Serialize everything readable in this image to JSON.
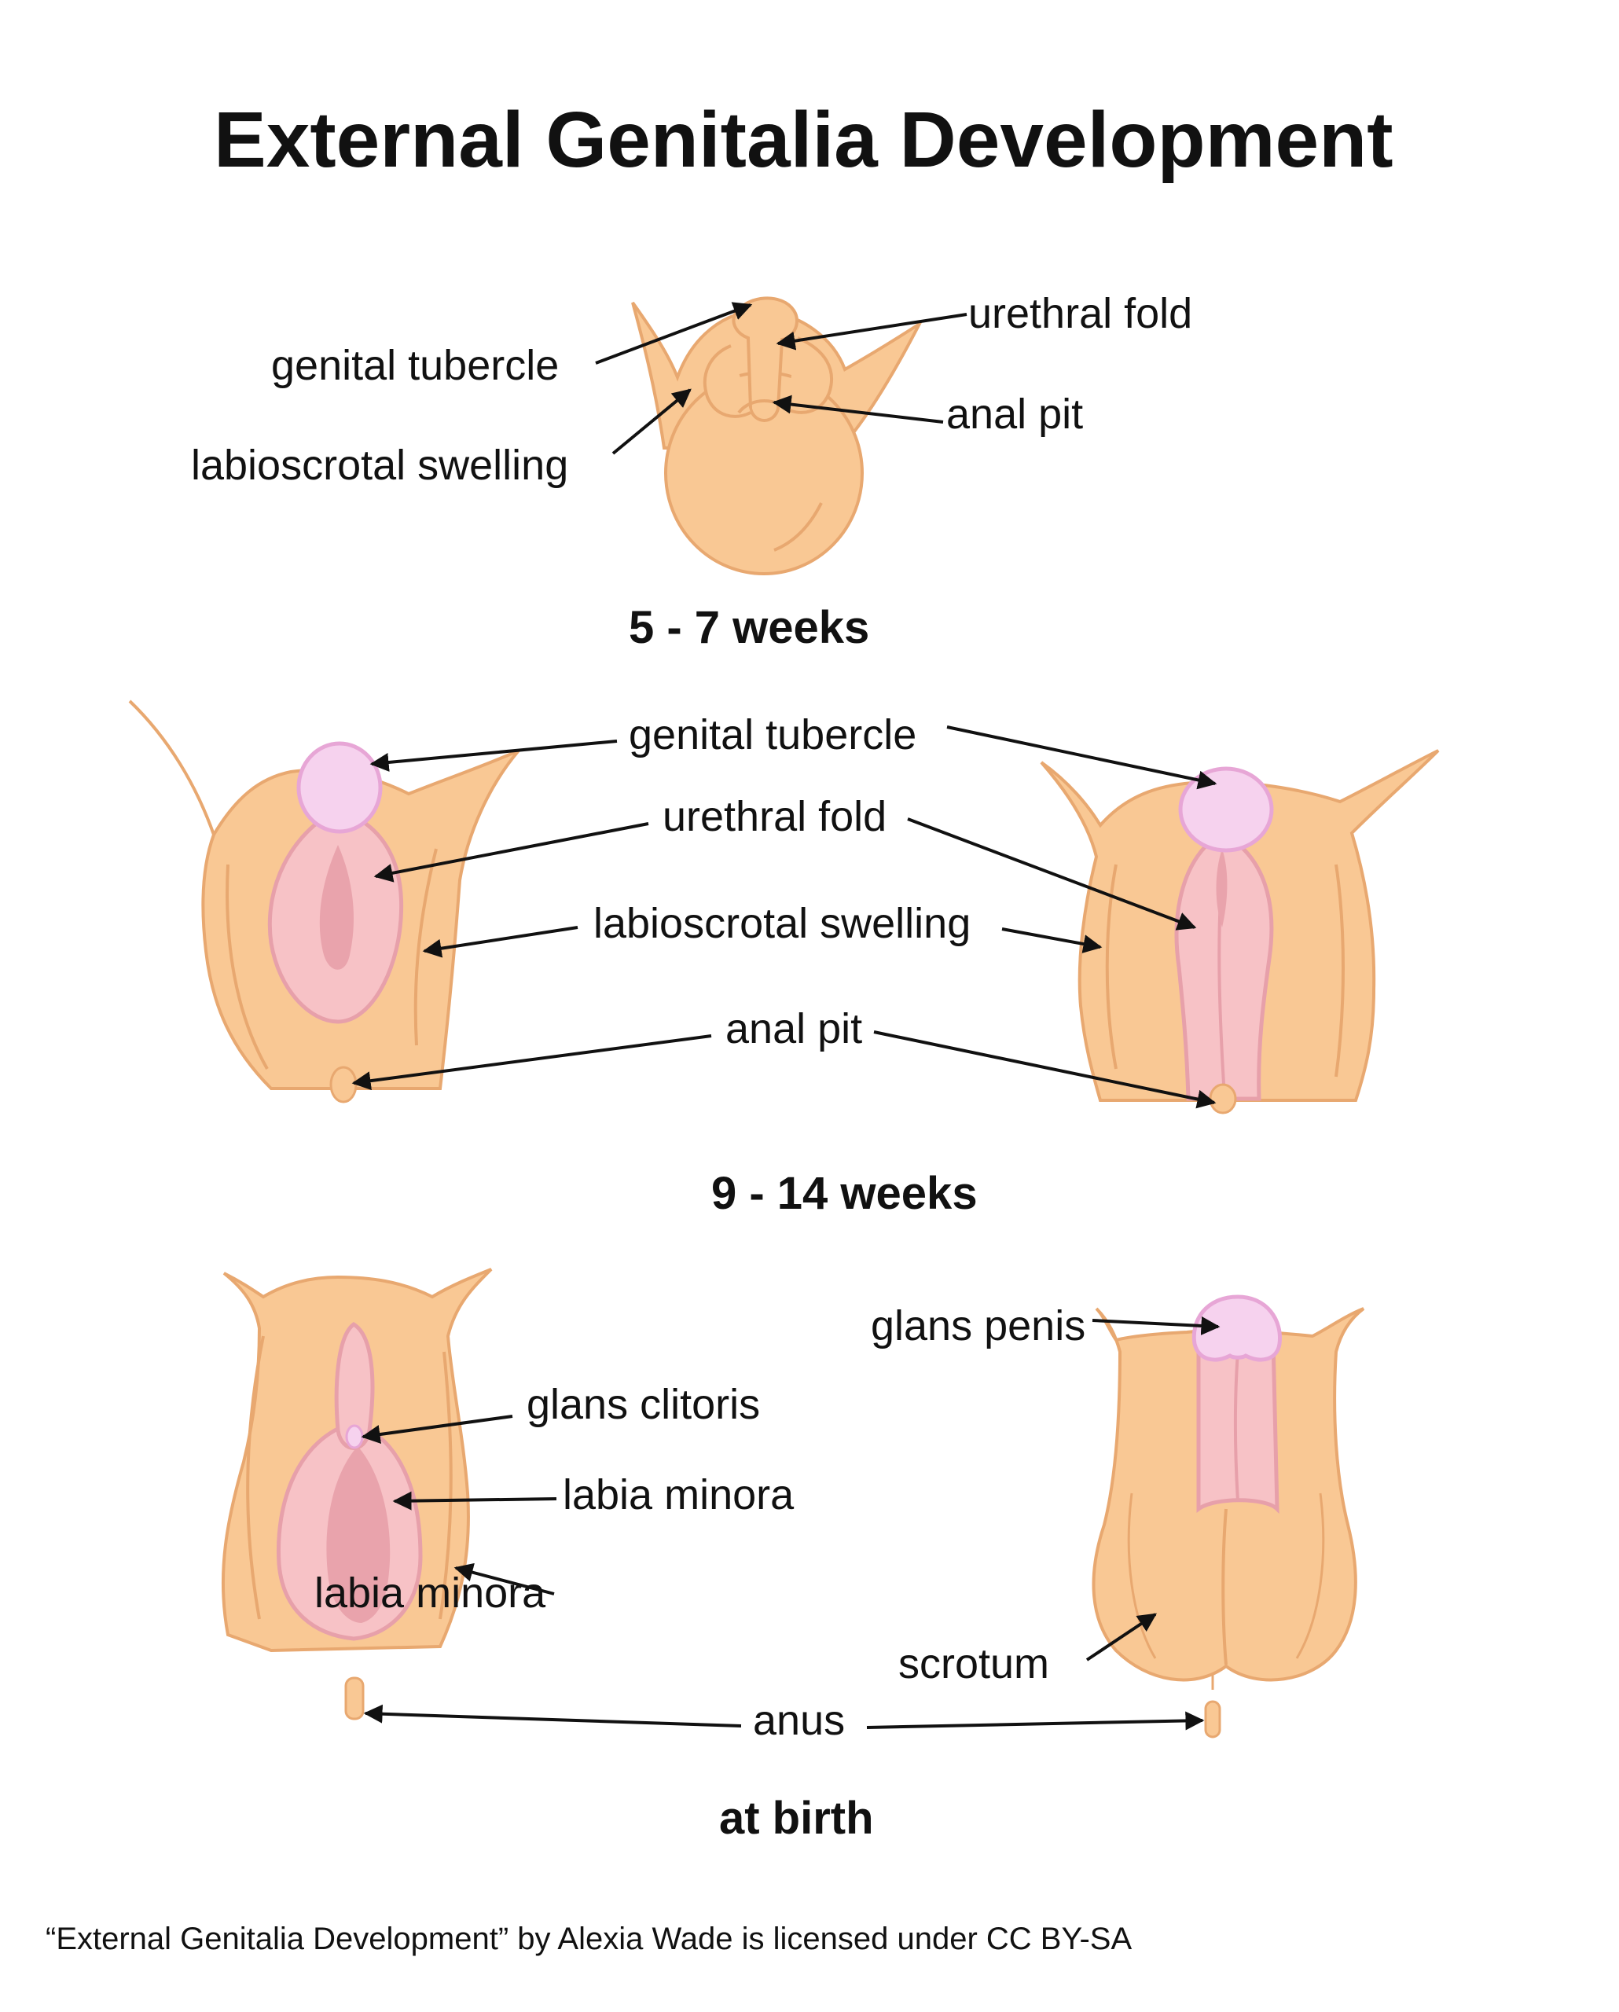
{
  "title": "External Genitalia Development",
  "stages": {
    "early": "5 - 7 weeks",
    "mid": "9 - 14 weeks",
    "birth": "at birth"
  },
  "labels": {
    "early": {
      "urethral_fold": "urethral fold",
      "genital_tubercle": "genital tubercle",
      "anal_pit": "anal pit",
      "labioscrotal_swelling": "labioscrotal swelling"
    },
    "mid": {
      "genital_tubercle": "genital tubercle",
      "urethral_fold": "urethral fold",
      "labioscrotal_swelling": "labioscrotal swelling",
      "anal_pit": "anal pit"
    },
    "birth": {
      "glans_penis": "glans penis",
      "glans_clitoris": "glans clitoris",
      "labia_minora": "labia minora",
      "labia_majora": "labia minora",
      "scrotum": "scrotum",
      "anus": "anus"
    }
  },
  "credit": "“External Genitalia Development” by Alexia Wade is licensed under CC BY-SA",
  "colors": {
    "skin": "#f9c894",
    "skin_outline": "#e8a870",
    "pink_light": "#f6d2ee",
    "pink_outline": "#e7a6d6",
    "pink_fold": "#f7c2c6",
    "pink_fold_outline": "#e7a0aa",
    "pink_inner": "#e9a3ac",
    "arrow": "#111111"
  }
}
